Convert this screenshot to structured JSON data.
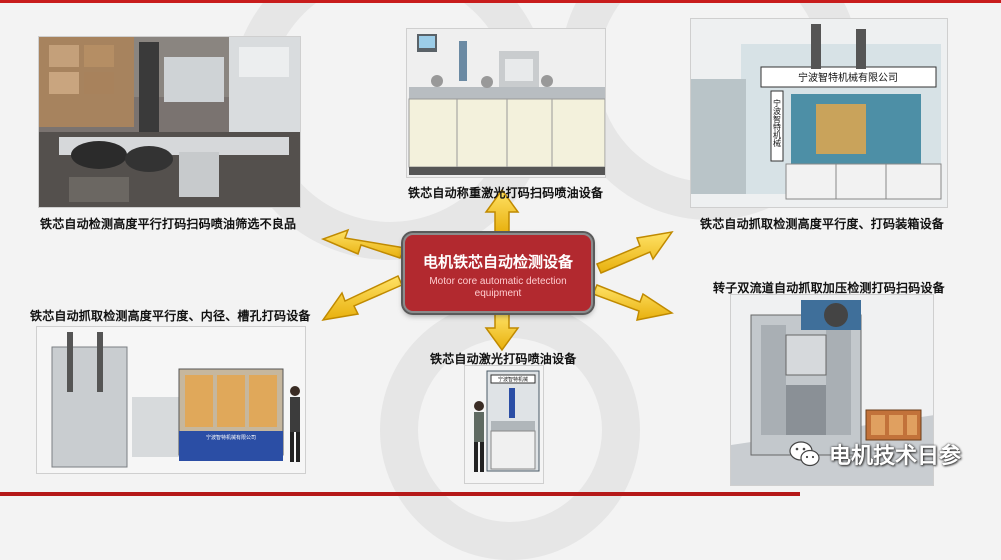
{
  "center": {
    "title": "电机铁芯自动检测设备",
    "subtitle": "Motor core automatic detection equipment"
  },
  "labels": {
    "top_center": "铁芯自动称重激光打码扫码喷油设备",
    "top_left": "铁芯自动检测高度平行打码扫码喷油筛选不良品",
    "top_right": "铁芯自动抓取检测高度平行度、打码装箱设备",
    "mid_left": "铁芯自动抓取检测高度平行度、内径、槽孔打码设备",
    "bottom_center": "铁芯自动激光打码喷油设备",
    "mid_right": "转子双流道自动抓取加压检测打码扫码设备"
  },
  "machine_signs": {
    "top_right_banner": "宁波智特机械有限公司",
    "top_right_vertical": "宁波智特机械",
    "bottom_left_panel": "宁波智特机械有限公司",
    "bottom_center_panel": "宁波智特机械"
  },
  "watermark": {
    "text": "电机技术日参",
    "icon": "wechat-icon"
  },
  "colors": {
    "accent_red": "#b2292f",
    "arrow_yellow": "#f2c21b",
    "arrow_outline": "#c08a00"
  }
}
